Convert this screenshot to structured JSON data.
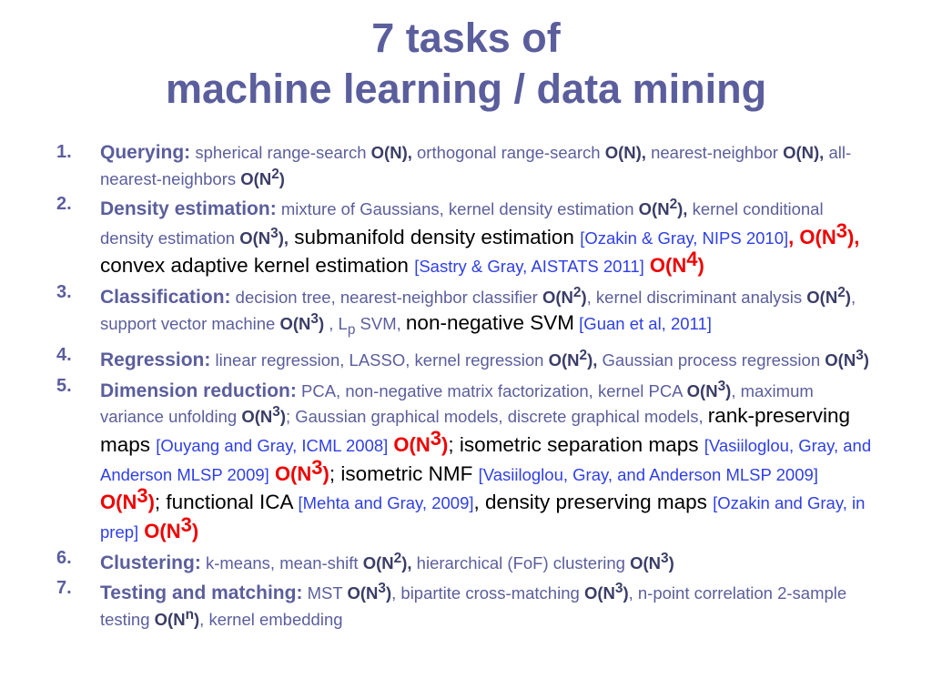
{
  "title": {
    "line1": "7 tasks of",
    "line2": "machine learning / data mining"
  },
  "tasks": [
    {
      "number": "1.",
      "segments": [
        {
          "s": "cat",
          "t": "Querying:"
        },
        {
          "s": "txt",
          "t": " spherical range-search "
        },
        {
          "s": "o",
          "t": "O(N),"
        },
        {
          "s": "txt",
          "t": " orthogonal range-search "
        },
        {
          "s": "o",
          "t": "O(N),"
        },
        {
          "s": "txt",
          "t": " nearest-neighbor "
        },
        {
          "s": "o",
          "t": "O(N),"
        },
        {
          "s": "txt",
          "t": " all-nearest-neighbors "
        },
        {
          "s": "o",
          "t": "O(N"
        },
        {
          "s": "osup",
          "t": "2"
        },
        {
          "s": "o",
          "t": ")"
        }
      ]
    },
    {
      "number": "2.",
      "segments": [
        {
          "s": "cat",
          "t": "Density estimation:"
        },
        {
          "s": "txt",
          "t": " mixture of Gaussians, kernel density estimation "
        },
        {
          "s": "o",
          "t": "O(N"
        },
        {
          "s": "osup",
          "t": "2"
        },
        {
          "s": "o",
          "t": "),"
        },
        {
          "s": "txt",
          "t": " kernel conditional density estimation "
        },
        {
          "s": "o",
          "t": "O(N"
        },
        {
          "s": "osup",
          "t": "3"
        },
        {
          "s": "o",
          "t": "),"
        },
        {
          "s": "blk",
          "t": " submanifold density estimation "
        },
        {
          "s": "ref",
          "t": "[Ozakin & Gray, NIPS 2010]"
        },
        {
          "s": "ob",
          "t": ", O(N"
        },
        {
          "s": "obsup",
          "t": "3"
        },
        {
          "s": "ob",
          "t": "),"
        },
        {
          "s": "blk",
          "t": " convex adaptive kernel estimation "
        },
        {
          "s": "ref",
          "t": "[Sastry & Gray, AISTATS 2011]"
        },
        {
          "s": "ob",
          "t": " O(N"
        },
        {
          "s": "obsup",
          "t": "4"
        },
        {
          "s": "ob",
          "t": ")"
        }
      ]
    },
    {
      "number": "3.",
      "segments": [
        {
          "s": "cat",
          "t": "Classification:"
        },
        {
          "s": "txt",
          "t": " decision tree, nearest-neighbor classifier "
        },
        {
          "s": "o",
          "t": "O(N"
        },
        {
          "s": "osup",
          "t": "2"
        },
        {
          "s": "o",
          "t": ")"
        },
        {
          "s": "txt",
          "t": ", kernel discriminant analysis "
        },
        {
          "s": "o",
          "t": "O(N"
        },
        {
          "s": "osup",
          "t": "2"
        },
        {
          "s": "o",
          "t": ")"
        },
        {
          "s": "txt",
          "t": ", support vector machine "
        },
        {
          "s": "o",
          "t": "O(N"
        },
        {
          "s": "osup",
          "t": "3"
        },
        {
          "s": "o",
          "t": ")"
        },
        {
          "s": "txt",
          "t": " , L"
        },
        {
          "s": "sub",
          "t": "p"
        },
        {
          "s": "txt",
          "t": " SVM, "
        },
        {
          "s": "blk",
          "t": "non-negative SVM"
        },
        {
          "s": "ref",
          "t": " [Guan et al, 2011]"
        }
      ]
    },
    {
      "number": "4.",
      "segments": [
        {
          "s": "cat",
          "t": "Regression:"
        },
        {
          "s": "txt",
          "t": " linear regression, LASSO, kernel regression "
        },
        {
          "s": "o",
          "t": "O(N"
        },
        {
          "s": "osup",
          "t": "2"
        },
        {
          "s": "o",
          "t": "),"
        },
        {
          "s": "txt",
          "t": " Gaussian process regression "
        },
        {
          "s": "o",
          "t": "O(N"
        },
        {
          "s": "osup",
          "t": "3"
        },
        {
          "s": "o",
          "t": ")"
        }
      ]
    },
    {
      "number": "5.",
      "segments": [
        {
          "s": "cat",
          "t": "Dimension reduction:"
        },
        {
          "s": "txt",
          "t": " PCA, non-negative matrix factorization, kernel PCA "
        },
        {
          "s": "o",
          "t": "O(N"
        },
        {
          "s": "osup",
          "t": "3"
        },
        {
          "s": "o",
          "t": ")"
        },
        {
          "s": "txt",
          "t": ", maximum variance unfolding "
        },
        {
          "s": "o",
          "t": "O(N"
        },
        {
          "s": "osup",
          "t": "3"
        },
        {
          "s": "o",
          "t": ")"
        },
        {
          "s": "txt",
          "t": "; Gaussian graphical models, discrete graphical models, "
        },
        {
          "s": "blk",
          "t": "rank-preserving maps "
        },
        {
          "s": "ref",
          "t": "[Ouyang and Gray, ICML 2008]"
        },
        {
          "s": "ob",
          "t": " O(N"
        },
        {
          "s": "obsup",
          "t": "3"
        },
        {
          "s": "ob",
          "t": ")"
        },
        {
          "s": "blk",
          "t": "; isometric separation maps "
        },
        {
          "s": "ref",
          "t": "[Vasiiloglou, Gray, and Anderson MLSP 2009]"
        },
        {
          "s": "ob",
          "t": " O(N"
        },
        {
          "s": "obsup",
          "t": "3"
        },
        {
          "s": "ob",
          "t": ")"
        },
        {
          "s": "blk",
          "t": "; isometric NMF "
        },
        {
          "s": "ref",
          "t": "[Vasiiloglou, Gray, and Anderson MLSP 2009]"
        },
        {
          "s": "ob",
          "t": " O(N"
        },
        {
          "s": "obsup",
          "t": "3"
        },
        {
          "s": "ob",
          "t": ")"
        },
        {
          "s": "blk",
          "t": "; functional ICA "
        },
        {
          "s": "ref",
          "t": "[Mehta and Gray, 2009]"
        },
        {
          "s": "blk",
          "t": ", density preserving maps "
        },
        {
          "s": "ref",
          "t": "[Ozakin and Gray, in prep]"
        },
        {
          "s": "ob",
          "t": " O(N"
        },
        {
          "s": "obsup",
          "t": "3"
        },
        {
          "s": "ob",
          "t": ")"
        }
      ]
    },
    {
      "number": "6.",
      "segments": [
        {
          "s": "cat",
          "t": "Clustering:"
        },
        {
          "s": "txt",
          "t": " k-means, mean-shift "
        },
        {
          "s": "o",
          "t": "O(N"
        },
        {
          "s": "osup",
          "t": "2"
        },
        {
          "s": "o",
          "t": "),"
        },
        {
          "s": "txt",
          "t": " hierarchical (FoF) clustering "
        },
        {
          "s": "o",
          "t": "O(N"
        },
        {
          "s": "osup",
          "t": "3"
        },
        {
          "s": "o",
          "t": ")"
        }
      ]
    },
    {
      "number": "7.",
      "segments": [
        {
          "s": "cat",
          "t": "Testing and matching:"
        },
        {
          "s": "txt",
          "t": " MST "
        },
        {
          "s": "o",
          "t": "O(N"
        },
        {
          "s": "osup",
          "t": "3"
        },
        {
          "s": "o",
          "t": ")"
        },
        {
          "s": "txt",
          "t": ", bipartite cross-matching "
        },
        {
          "s": "o",
          "t": "O(N"
        },
        {
          "s": "osup",
          "t": "3"
        },
        {
          "s": "o",
          "t": ")"
        },
        {
          "s": "txt",
          "t": ", n-point correlation 2-sample testing "
        },
        {
          "s": "o",
          "t": "O(N"
        },
        {
          "s": "osup",
          "t": "n"
        },
        {
          "s": "o",
          "t": ")"
        },
        {
          "s": "txt",
          "t": ", kernel embedding"
        }
      ]
    }
  ]
}
